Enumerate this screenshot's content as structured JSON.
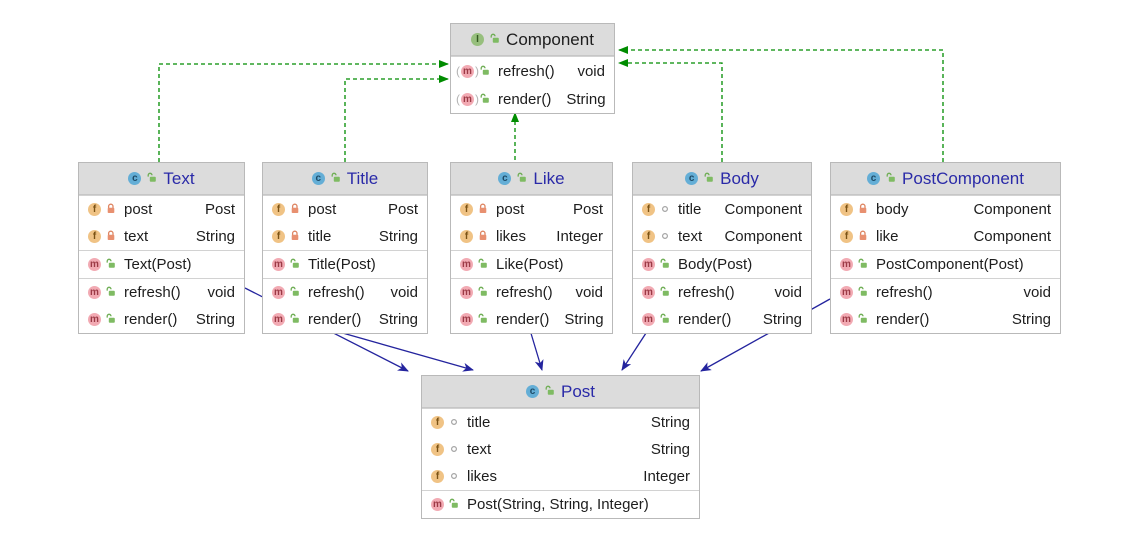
{
  "colors": {
    "realization_arrow": "#008c00",
    "dependency_arrow": "#24249e",
    "class_title": "#2a2aa8",
    "interface_title": "#1d1d1d",
    "header_bg": "#dcdcdc"
  },
  "classes": {
    "component": {
      "name": "Component",
      "stereotype": "interface",
      "sections": [
        [
          {
            "kind": "method",
            "visibility": "public",
            "abstract": true,
            "label": "refresh()",
            "type": "void"
          },
          {
            "kind": "method",
            "visibility": "public",
            "abstract": true,
            "label": "render()",
            "type": "String"
          }
        ]
      ]
    },
    "text": {
      "name": "Text",
      "stereotype": "class",
      "sections": [
        [
          {
            "kind": "field",
            "visibility": "private",
            "label": "post",
            "type": "Post"
          },
          {
            "kind": "field",
            "visibility": "private",
            "label": "text",
            "type": "String"
          }
        ],
        [
          {
            "kind": "constructor",
            "visibility": "public",
            "label": "Text(Post)",
            "type": ""
          }
        ],
        [
          {
            "kind": "method",
            "visibility": "public",
            "label": "refresh()",
            "type": "void"
          },
          {
            "kind": "method",
            "visibility": "public",
            "label": "render()",
            "type": "String"
          }
        ]
      ]
    },
    "title": {
      "name": "Title",
      "stereotype": "class",
      "sections": [
        [
          {
            "kind": "field",
            "visibility": "private",
            "label": "post",
            "type": "Post"
          },
          {
            "kind": "field",
            "visibility": "private",
            "label": "title",
            "type": "String"
          }
        ],
        [
          {
            "kind": "constructor",
            "visibility": "public",
            "label": "Title(Post)",
            "type": ""
          }
        ],
        [
          {
            "kind": "method",
            "visibility": "public",
            "label": "refresh()",
            "type": "void"
          },
          {
            "kind": "method",
            "visibility": "public",
            "label": "render()",
            "type": "String"
          }
        ]
      ]
    },
    "like": {
      "name": "Like",
      "stereotype": "class",
      "sections": [
        [
          {
            "kind": "field",
            "visibility": "private",
            "label": "post",
            "type": "Post"
          },
          {
            "kind": "field",
            "visibility": "private",
            "label": "likes",
            "type": "Integer"
          }
        ],
        [
          {
            "kind": "constructor",
            "visibility": "public",
            "label": "Like(Post)",
            "type": ""
          }
        ],
        [
          {
            "kind": "method",
            "visibility": "public",
            "label": "refresh()",
            "type": "void"
          },
          {
            "kind": "method",
            "visibility": "public",
            "label": "render()",
            "type": "String"
          }
        ]
      ]
    },
    "body": {
      "name": "Body",
      "stereotype": "class",
      "sections": [
        [
          {
            "kind": "field",
            "visibility": "package",
            "label": "title",
            "type": "Component"
          },
          {
            "kind": "field",
            "visibility": "package",
            "label": "text",
            "type": "Component"
          }
        ],
        [
          {
            "kind": "constructor",
            "visibility": "public",
            "label": "Body(Post)",
            "type": ""
          }
        ],
        [
          {
            "kind": "method",
            "visibility": "public",
            "label": "refresh()",
            "type": "void"
          },
          {
            "kind": "method",
            "visibility": "public",
            "label": "render()",
            "type": "String"
          }
        ]
      ]
    },
    "postcomponent": {
      "name": "PostComponent",
      "stereotype": "class",
      "sections": [
        [
          {
            "kind": "field",
            "visibility": "private",
            "label": "body",
            "type": "Component"
          },
          {
            "kind": "field",
            "visibility": "private",
            "label": "like",
            "type": "Component"
          }
        ],
        [
          {
            "kind": "constructor",
            "visibility": "public",
            "label": "PostComponent(Post)",
            "type": ""
          }
        ],
        [
          {
            "kind": "method",
            "visibility": "public",
            "label": "refresh()",
            "type": "void"
          },
          {
            "kind": "method",
            "visibility": "public",
            "label": "render()",
            "type": "String"
          }
        ]
      ]
    },
    "post": {
      "name": "Post",
      "stereotype": "class",
      "sections": [
        [
          {
            "kind": "field",
            "visibility": "package",
            "label": "title",
            "type": "String"
          },
          {
            "kind": "field",
            "visibility": "package",
            "label": "text",
            "type": "String"
          },
          {
            "kind": "field",
            "visibility": "package",
            "label": "likes",
            "type": "Integer"
          }
        ],
        [
          {
            "kind": "constructor",
            "visibility": "public",
            "label": "Post(String, String, Integer)",
            "type": ""
          }
        ]
      ]
    }
  },
  "relationships": [
    {
      "from": "Text",
      "to": "Component",
      "type": "realization"
    },
    {
      "from": "Title",
      "to": "Component",
      "type": "realization"
    },
    {
      "from": "Like",
      "to": "Component",
      "type": "realization"
    },
    {
      "from": "Body",
      "to": "Component",
      "type": "realization"
    },
    {
      "from": "PostComponent",
      "to": "Component",
      "type": "realization"
    },
    {
      "from": "Text",
      "to": "Post",
      "type": "dependency"
    },
    {
      "from": "Title",
      "to": "Post",
      "type": "dependency"
    },
    {
      "from": "Like",
      "to": "Post",
      "type": "dependency"
    },
    {
      "from": "Body",
      "to": "Post",
      "type": "dependency"
    },
    {
      "from": "PostComponent",
      "to": "Post",
      "type": "dependency"
    }
  ]
}
